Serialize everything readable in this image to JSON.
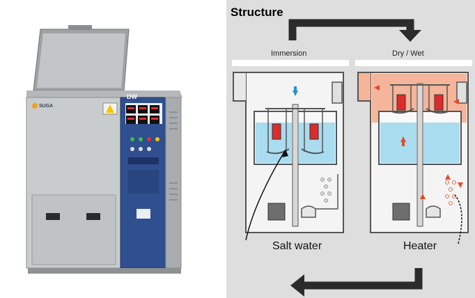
{
  "diagram": {
    "title": "Structure",
    "stages": {
      "left": "Immersion",
      "right": "Dry / Wet"
    },
    "labels": {
      "salt_water": "Salt water",
      "heater": "Heater"
    }
  },
  "machine": {
    "brand": "SUGA",
    "panel_logo": "DW"
  },
  "colors": {
    "water": "#a9dcef",
    "hot_air": "#f4b59a",
    "heater": "#e02b2b",
    "arrow_blue": "#2a8fd0",
    "arrow_red": "#e64a2a",
    "cycle_arrow": "#2b2b2b",
    "panel_blue": "#2f4f8f"
  },
  "icons": [
    "cycle-arrow-icon",
    "down-arrow-icon",
    "up-arrow-icon",
    "fan-icon",
    "motor-icon"
  ]
}
